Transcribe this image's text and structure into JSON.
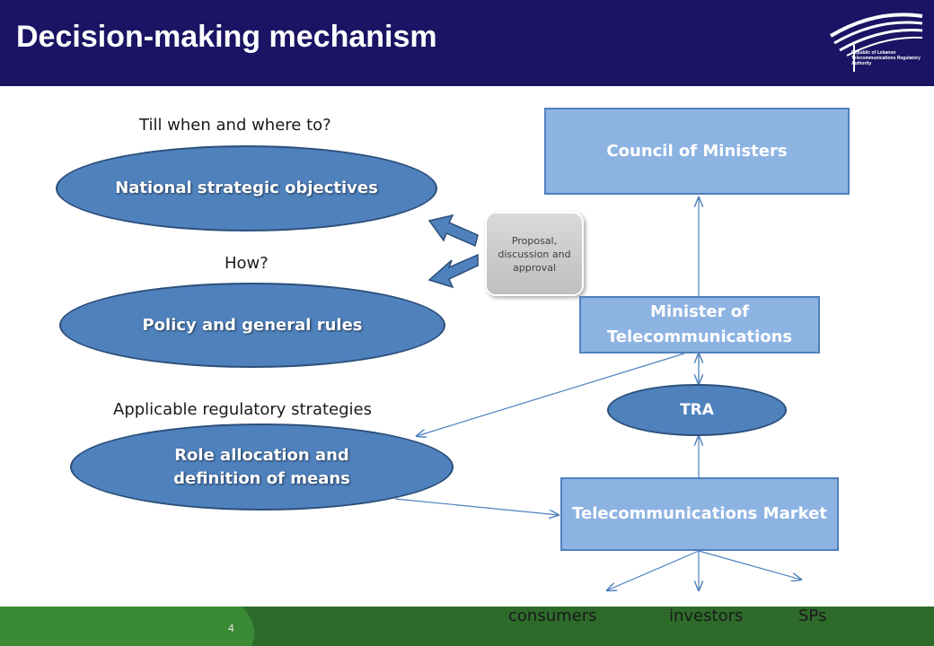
{
  "header": {
    "title": "Decision-making mechanism"
  },
  "logo": {
    "text": "Republic of Lebanon Telecommunications Regulatory Authority"
  },
  "questions": {
    "q1": "Till when and where to?",
    "q2": "How?",
    "q3": "Applicable regulatory strategies"
  },
  "ellipses": {
    "national": "National strategic objectives",
    "policy": "Policy and general rules",
    "role_line1": "Role allocation and",
    "role_line2": "definition of means"
  },
  "proposal": "Proposal, discussion and approval",
  "boxes": {
    "council": "Council of Ministers",
    "minister_line1": "Minister of",
    "minister_line2": "Telecommunications",
    "tra": "TRA",
    "market": "Telecommunications Market"
  },
  "bottom": {
    "consumers": "consumers",
    "investors": "investors",
    "sps": "SPs"
  },
  "footer": {
    "page": "4"
  },
  "colors": {
    "header": "#1b1464",
    "node": "#4f81bd",
    "box": "#8db3e2",
    "footer": "#2e6b2b"
  }
}
